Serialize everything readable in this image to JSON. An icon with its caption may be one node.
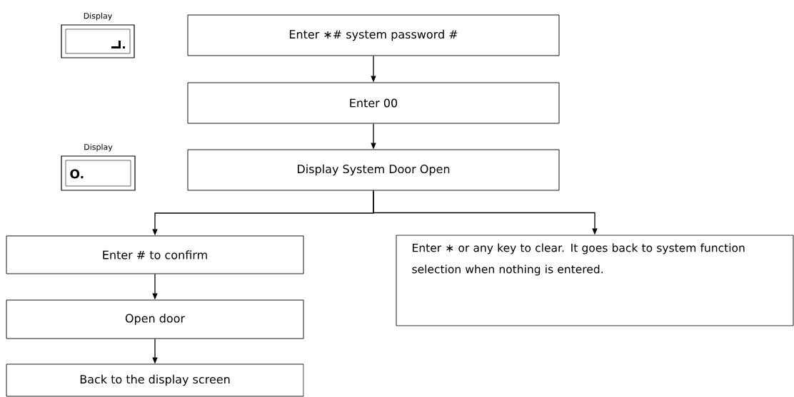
{
  "diagram": {
    "nodes": [
      {
        "text": [
          "Display"
        ]
      },
      {
        "text": [
          "Enter ∗# system password #"
        ]
      },
      {
        "text": [
          "Enter 00"
        ]
      },
      {
        "text": [
          "Display",
          "O."
        ]
      },
      {
        "text": [
          "Display System Door Open"
        ]
      },
      {
        "text": [
          "Enter # to confirm"
        ]
      },
      {
        "text": [
          "Open door"
        ]
      },
      {
        "text": [
          "Back to the display screen"
        ]
      },
      {
        "text": [
          "Enter ∗ or any key to clear. It goes back to system function selection when nothing is entered."
        ]
      }
    ],
    "edges": [
      {
        "from": 1,
        "to": 2,
        "arrow": "to"
      },
      {
        "from": 2,
        "to": 4,
        "arrow": "to"
      },
      {
        "from": 4,
        "to": 5,
        "arrow": "to"
      },
      {
        "from": 4,
        "to": 8,
        "arrow": "to"
      },
      {
        "from": 5,
        "to": 6,
        "arrow": "to"
      },
      {
        "from": 6,
        "to": 7,
        "arrow": "to"
      }
    ]
  }
}
